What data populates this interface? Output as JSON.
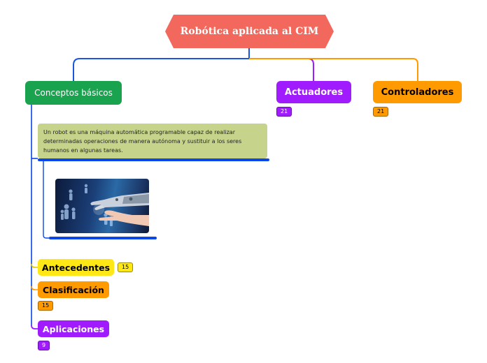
{
  "root": {
    "title": "Robótica aplicada al CIM"
  },
  "topics": {
    "conceptos": {
      "label": "Conceptos básicos"
    },
    "actuadores": {
      "label": "Actuadores",
      "count": "21"
    },
    "controladores": {
      "label": "Controladores",
      "count": "21"
    }
  },
  "note": {
    "text": "Un robot es una máquina automática programable capaz de realizar determinadas operaciones de manera autónoma y sustituir a los seres humanos en algunas tareas."
  },
  "subtopics": {
    "antecedentes": {
      "label": "Antecedentes",
      "count": "15"
    },
    "clasificacion": {
      "label": "Clasificación",
      "count": "15"
    },
    "aplicaciones": {
      "label": "Aplicaciones",
      "count": "9"
    }
  },
  "colors": {
    "root": "#f2685c",
    "conceptos": "#1aa34f",
    "actuadores": "#a01cff",
    "controladores": "#ff9a00",
    "antecedentes": "#ffe816",
    "connector_blue": "#0a47e6"
  },
  "image": {
    "subject": "robot-hand-touching-human-hand"
  }
}
